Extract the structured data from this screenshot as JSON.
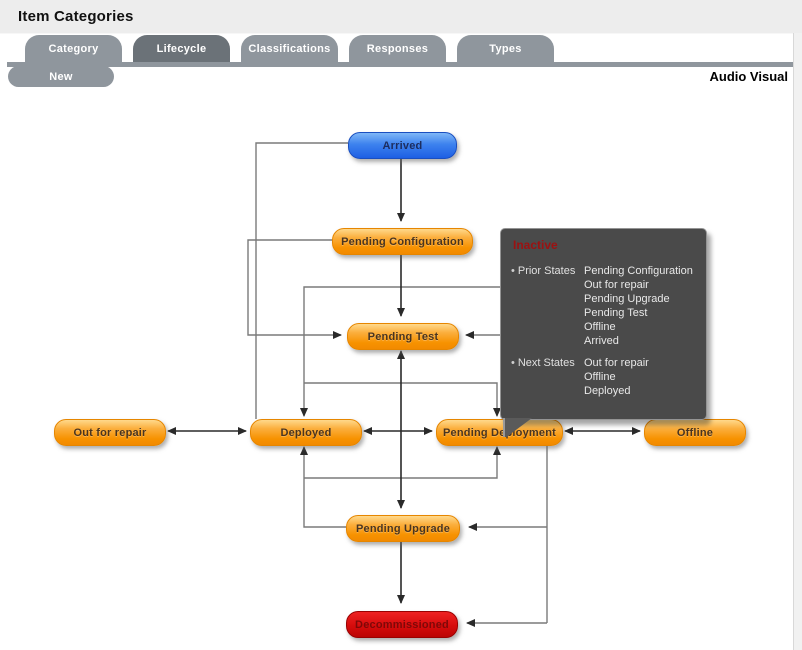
{
  "window": {
    "title": "Item Categories"
  },
  "tabs": [
    {
      "label": "Category",
      "active": false
    },
    {
      "label": "Lifecycle",
      "active": true
    },
    {
      "label": "Classifications",
      "active": false
    },
    {
      "label": "Responses",
      "active": false
    },
    {
      "label": "Types",
      "active": false
    }
  ],
  "toolbar": {
    "new_button": "New",
    "category_name": "Audio Visual"
  },
  "diagram": {
    "nodes": {
      "arrived": {
        "label": "Arrived",
        "color": "blue"
      },
      "pending_configuration": {
        "label": "Pending Configuration",
        "color": "orange"
      },
      "pending_test": {
        "label": "Pending Test",
        "color": "orange"
      },
      "out_for_repair": {
        "label": "Out for repair",
        "color": "orange"
      },
      "deployed": {
        "label": "Deployed",
        "color": "orange"
      },
      "pending_deployment": {
        "label": "Pending Deployment",
        "color": "orange"
      },
      "offline": {
        "label": "Offline",
        "color": "orange"
      },
      "pending_upgrade": {
        "label": "Pending Upgrade",
        "color": "orange"
      },
      "decommissioned": {
        "label": "Decommissioned",
        "color": "red"
      }
    },
    "tooltip": {
      "title": "Inactive",
      "prior_label": "Prior States",
      "prior_states": [
        "Pending Configuration",
        "Out for repair",
        "Pending Upgrade",
        "Pending Test",
        "Offline",
        "Arrived"
      ],
      "next_label": "Next States",
      "next_states": [
        "Out for repair",
        "Offline",
        "Deployed"
      ]
    }
  },
  "colors": {
    "accent_orange": "#F79200",
    "node_blue": "#2D7AE8",
    "node_red": "#D60C0C",
    "tab_active": "#6B7278",
    "tab_inactive": "#8F969D",
    "tooltip_bg": "#4A4A4A",
    "tooltip_title": "#9C1111"
  }
}
